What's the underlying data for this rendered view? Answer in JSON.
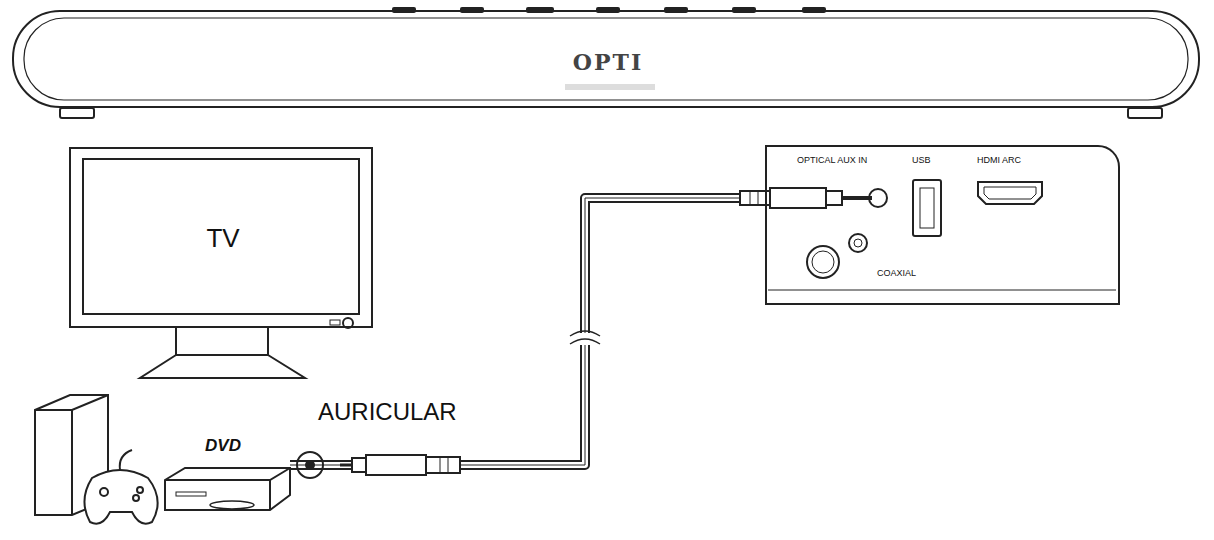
{
  "diagram": {
    "nodes": [
      {
        "text": [
          "OPTI"
        ]
      },
      {
        "text": [
          "TV"
        ]
      },
      {
        "text": [
          "DVD"
        ]
      },
      {
        "text": [
          "OPTICAL AUX IN",
          "USB",
          "HDMI ARC",
          "COAXIAL"
        ]
      }
    ],
    "edges": [
      {
        "from": 2,
        "to": 3,
        "arrow": "none"
      }
    ],
    "labels": [
      "AURICULAR"
    ]
  }
}
